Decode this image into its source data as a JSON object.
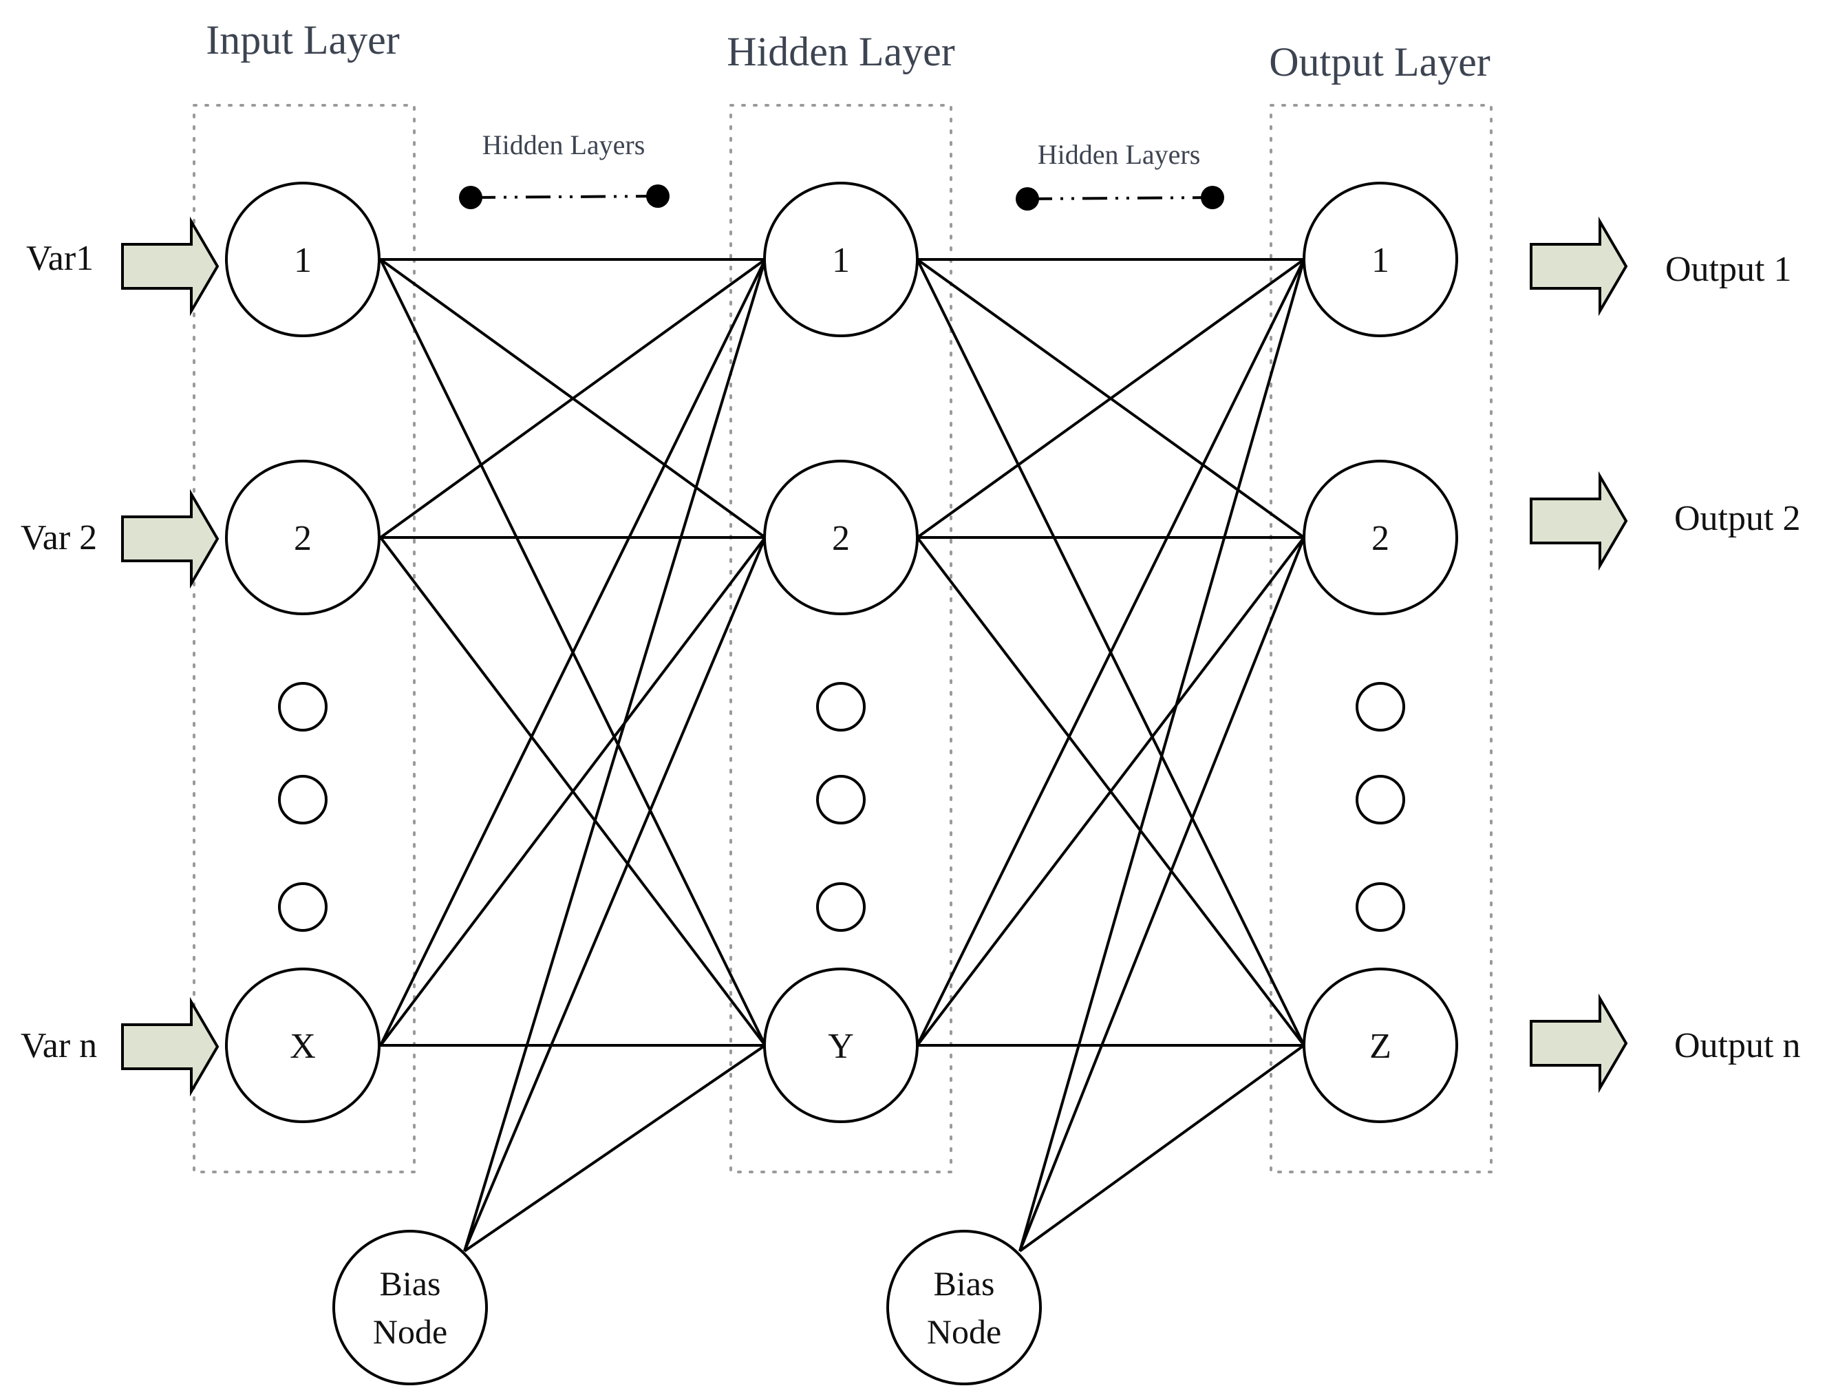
{
  "layers": {
    "input": {
      "title": "Input Layer",
      "nodes": [
        "1",
        "2",
        "X"
      ]
    },
    "hidden": {
      "title": "Hidden Layer",
      "nodes": [
        "1",
        "2",
        "Y"
      ]
    },
    "output": {
      "title": "Output Layer",
      "nodes": [
        "1",
        "2",
        "Z"
      ]
    }
  },
  "hidden_layers_labels": [
    "Hidden Layers",
    "Hidden Layers"
  ],
  "inputs": [
    "Var1",
    "Var 2",
    "Var n"
  ],
  "outputs": [
    "Output 1",
    "Output 2",
    "Output n"
  ],
  "bias_nodes": [
    {
      "line1": "Bias",
      "line2": "Node"
    },
    {
      "line1": "Bias",
      "line2": "Node"
    }
  ],
  "colors": {
    "arrow_fill": "#dde3d0",
    "title_text": "#3d4451",
    "box_border": "#9a9a9a"
  }
}
